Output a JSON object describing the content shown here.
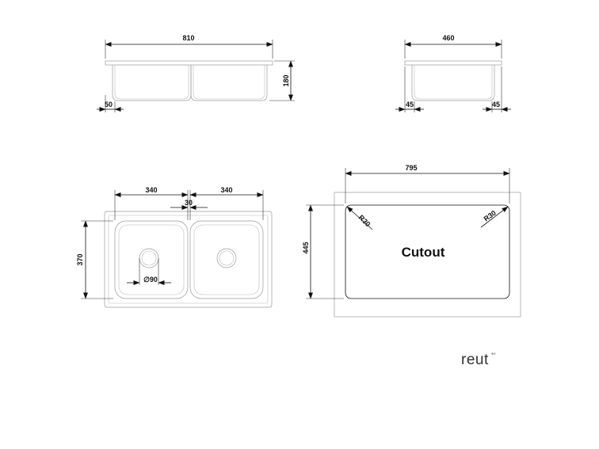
{
  "front_view": {
    "width_label": "810",
    "height_label": "180",
    "offset_label": "50"
  },
  "side_view": {
    "width_label": "460",
    "left_offset_label": "45",
    "right_offset_label": "45"
  },
  "top_view": {
    "bowl_left_label": "340",
    "bowl_right_label": "340",
    "gap_label": "30",
    "depth_label": "370",
    "drain_label": "∅90"
  },
  "cutout": {
    "title": "Cutout",
    "width_label": "795",
    "height_label": "445",
    "radius_left_label": "R30",
    "radius_right_label": "R30"
  },
  "brand": {
    "logo_text": "reut",
    "logo_suffix": "ФX"
  },
  "colors": {
    "ink": "#111111",
    "outline_gray": "#9a9a9a"
  }
}
